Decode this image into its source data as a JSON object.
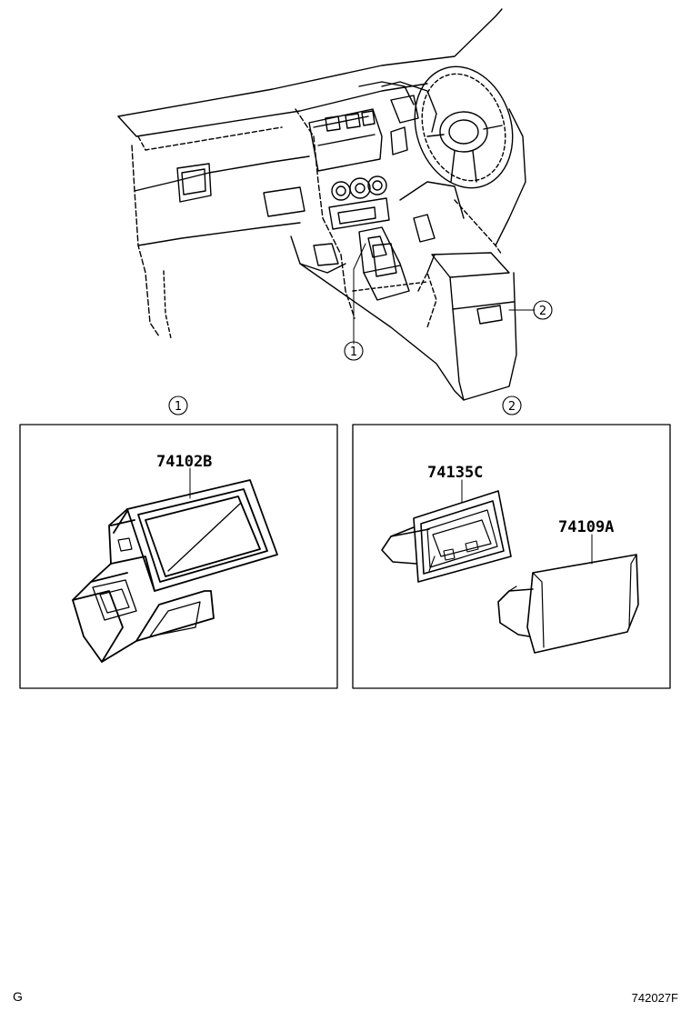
{
  "callouts": {
    "c1": "1",
    "c2": "2"
  },
  "panels": {
    "left": {
      "callout": "1",
      "parts": [
        "74102B"
      ]
    },
    "right": {
      "callout": "2",
      "parts": [
        "74135C",
        "74109A"
      ]
    }
  },
  "footer": {
    "left_code": "G",
    "right_code": "742027F"
  }
}
